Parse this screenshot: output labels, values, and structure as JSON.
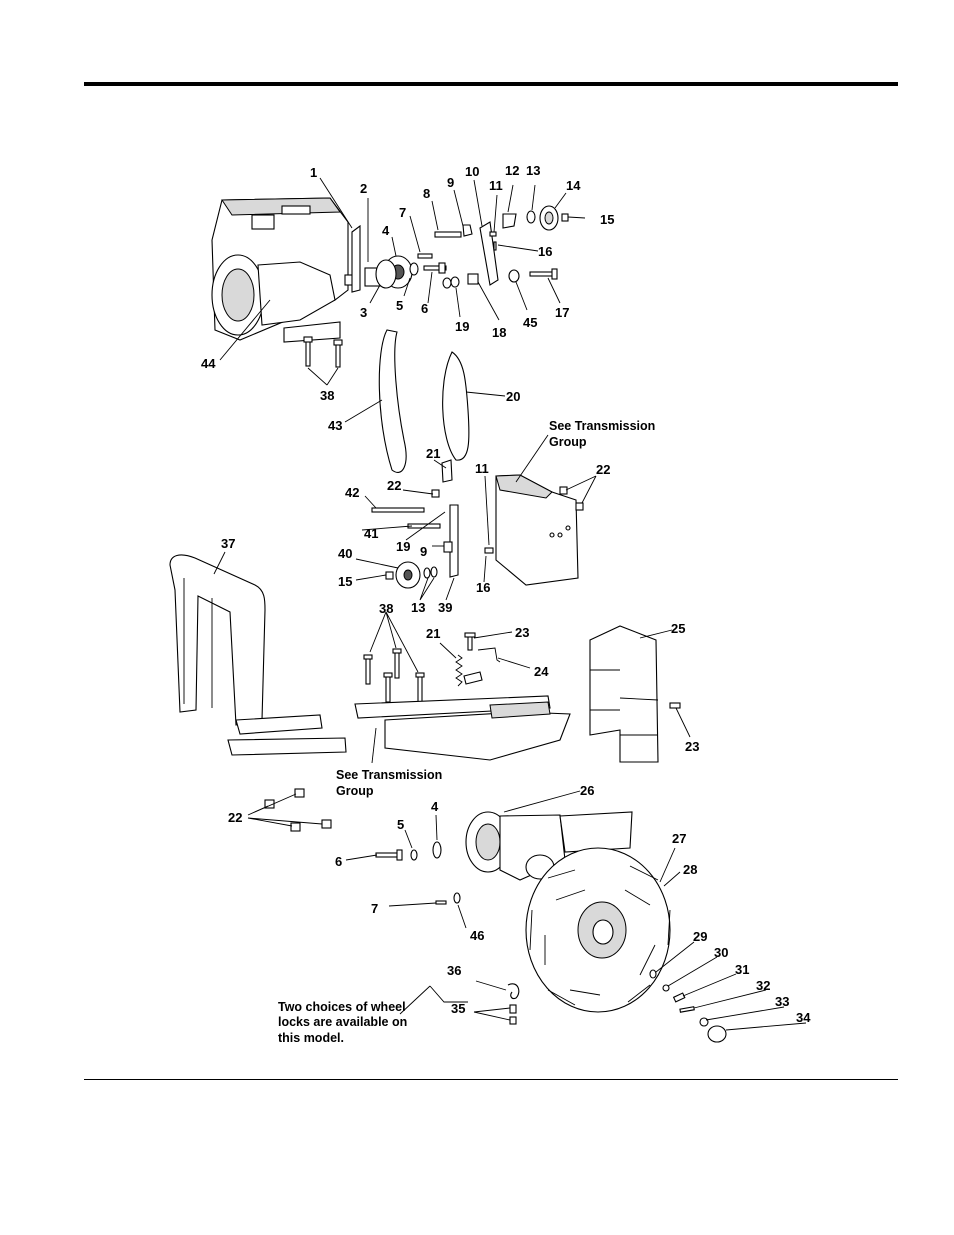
{
  "callouts": [
    {
      "id": "c1",
      "text": "1"
    },
    {
      "id": "c2",
      "text": "2"
    },
    {
      "id": "c3",
      "text": "3"
    },
    {
      "id": "c4a",
      "text": "4"
    },
    {
      "id": "c5a",
      "text": "5"
    },
    {
      "id": "c6a",
      "text": "6"
    },
    {
      "id": "c7a",
      "text": "7"
    },
    {
      "id": "c8",
      "text": "8"
    },
    {
      "id": "c9a",
      "text": "9"
    },
    {
      "id": "c10",
      "text": "10"
    },
    {
      "id": "c11a",
      "text": "11"
    },
    {
      "id": "c12",
      "text": "12"
    },
    {
      "id": "c13a",
      "text": "13"
    },
    {
      "id": "c14",
      "text": "14"
    },
    {
      "id": "c15a",
      "text": "15"
    },
    {
      "id": "c16a",
      "text": "16"
    },
    {
      "id": "c17",
      "text": "17"
    },
    {
      "id": "c18",
      "text": "18"
    },
    {
      "id": "c19a",
      "text": "19"
    },
    {
      "id": "c45",
      "text": "45"
    },
    {
      "id": "c44",
      "text": "44"
    },
    {
      "id": "c38a",
      "text": "38"
    },
    {
      "id": "c43",
      "text": "43"
    },
    {
      "id": "c20",
      "text": "20"
    },
    {
      "id": "c21a",
      "text": "21"
    },
    {
      "id": "c11b",
      "text": "11"
    },
    {
      "id": "c22a",
      "text": "22"
    },
    {
      "id": "c42",
      "text": "42"
    },
    {
      "id": "c22b",
      "text": "22"
    },
    {
      "id": "c41",
      "text": "41"
    },
    {
      "id": "c19b",
      "text": "19"
    },
    {
      "id": "c9b",
      "text": "9"
    },
    {
      "id": "c40",
      "text": "40"
    },
    {
      "id": "c15b",
      "text": "15"
    },
    {
      "id": "c13b",
      "text": "13"
    },
    {
      "id": "c39",
      "text": "39"
    },
    {
      "id": "c16b",
      "text": "16"
    },
    {
      "id": "c37",
      "text": "37"
    },
    {
      "id": "c38b",
      "text": "38"
    },
    {
      "id": "c21b",
      "text": "21"
    },
    {
      "id": "c23a",
      "text": "23"
    },
    {
      "id": "c24",
      "text": "24"
    },
    {
      "id": "c25",
      "text": "25"
    },
    {
      "id": "c23b",
      "text": "23"
    },
    {
      "id": "c22c",
      "text": "22"
    },
    {
      "id": "c4b",
      "text": "4"
    },
    {
      "id": "c5b",
      "text": "5"
    },
    {
      "id": "c6b",
      "text": "6"
    },
    {
      "id": "c26",
      "text": "26"
    },
    {
      "id": "c27",
      "text": "27"
    },
    {
      "id": "c28",
      "text": "28"
    },
    {
      "id": "c7b",
      "text": "7"
    },
    {
      "id": "c46",
      "text": "46"
    },
    {
      "id": "c29",
      "text": "29"
    },
    {
      "id": "c30",
      "text": "30"
    },
    {
      "id": "c31",
      "text": "31"
    },
    {
      "id": "c32",
      "text": "32"
    },
    {
      "id": "c33",
      "text": "33"
    },
    {
      "id": "c34",
      "text": "34"
    },
    {
      "id": "c36",
      "text": "36"
    },
    {
      "id": "c35",
      "text": "35"
    }
  ],
  "notes": {
    "transmission_top": [
      "See Transmission",
      "Group"
    ],
    "transmission_bottom": [
      "See Transmission",
      "Group"
    ],
    "wheel_locks": [
      "Two choices of wheel",
      "locks are available on",
      "this model."
    ]
  }
}
